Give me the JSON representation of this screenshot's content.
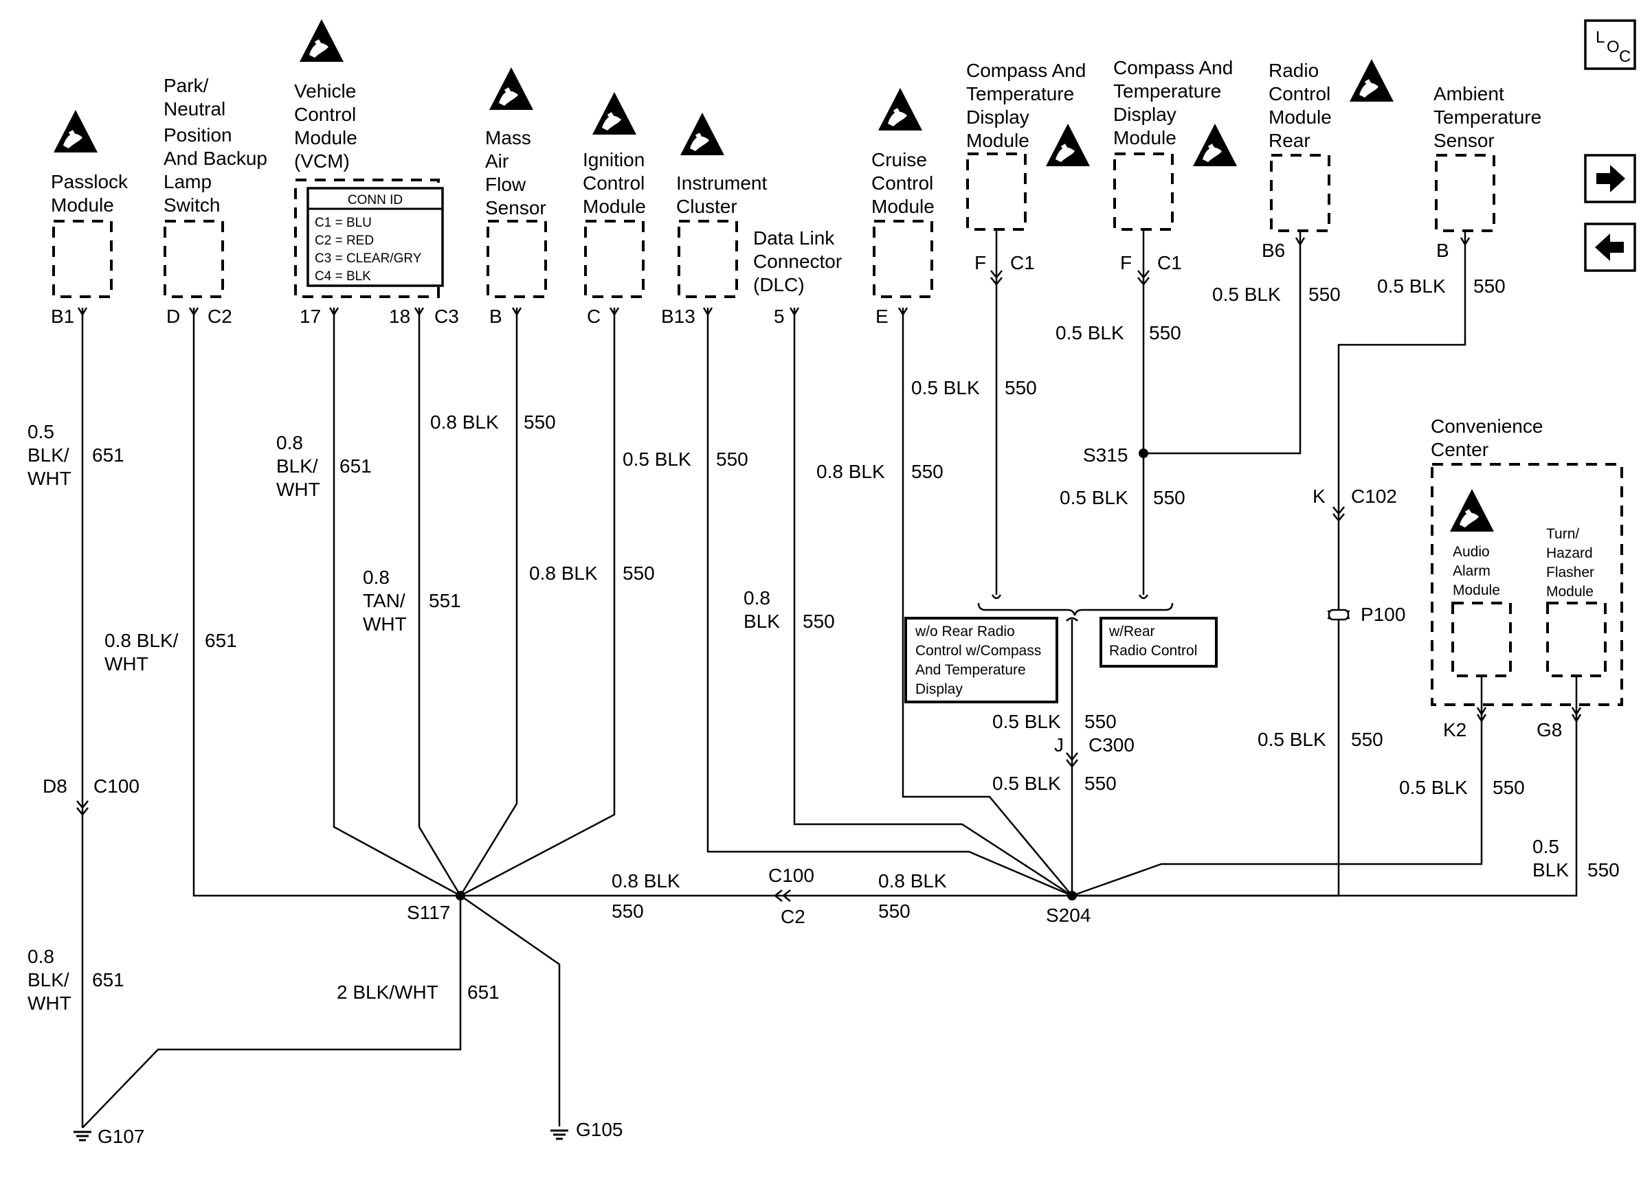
{
  "locator_label": "LOC",
  "nav": {
    "next": "next-page",
    "prev": "previous-page"
  },
  "components": {
    "passlock": "Passlock Module",
    "park_neutral": "Park/ Neutral Position And Backup Lamp Switch",
    "vcm": "Vehicle Control Module (VCM)",
    "maf": "Mass Air Flow Sensor",
    "icm": "Ignition Control Module",
    "ipc": "Instrument Cluster",
    "dlc": "Data Link Connector (DLC)",
    "cruise": "Cruise Control Module",
    "compass1": "Compass And Temperature Display Module",
    "compass2": "Compass And Temperature Display Module",
    "radio": "Radio Control Module Rear",
    "ambient": "Ambient Temperature Sensor",
    "conv_center": "Convenience Center",
    "audio": "Audio Alarm Module",
    "turn": "Turn/ Hazard Flasher Module"
  },
  "conn_id": {
    "title": "CONN ID",
    "c1": "C1 = BLU",
    "c2": "C2 = RED",
    "c3": "C3 = CLEAR/GRY",
    "c4": "C4 = BLK"
  },
  "pins": {
    "passlock": "B1",
    "park_d": "D",
    "park_c2": "C2",
    "vcm_17": "17",
    "vcm_18": "18",
    "vcm_c3": "C3",
    "maf": "B",
    "icm": "C",
    "ipc": "B13",
    "dlc": "5",
    "cruise": "E",
    "comp1_pin": "F",
    "comp1_conn": "C1",
    "comp2_pin": "F",
    "comp2_conn": "C1",
    "radio": "B6",
    "ambient": "B",
    "audio": "K2",
    "turn": "G8"
  },
  "wires": {
    "passlock": {
      "size": "0.5",
      "color": "BLK/ WHT",
      "circuit": "651"
    },
    "passlock_lower": {
      "size": "0.8",
      "color": "BLK/ WHT",
      "circuit": "651"
    },
    "park": {
      "size": "0.8 BLK/",
      "color": "WHT",
      "circuit": "651"
    },
    "vcm17": {
      "size": "0.8",
      "color": "BLK/ WHT",
      "circuit": "651"
    },
    "vcm18": {
      "size": "0.8",
      "color": "TAN/ WHT",
      "circuit": "551"
    },
    "maf": {
      "label": "0.8 BLK",
      "circuit": "550"
    },
    "icm": {
      "label": "0.8 BLK",
      "circuit": "550"
    },
    "ipc": {
      "label": "0.5 BLK",
      "circuit": "550"
    },
    "dlc": {
      "size": "0.8",
      "color": "BLK",
      "circuit": "550"
    },
    "cruise": {
      "label": "0.8 BLK",
      "circuit": "550"
    },
    "comp1": {
      "label": "0.5 BLK",
      "circuit": "550"
    },
    "comp2_upper": {
      "label": "0.5 BLK",
      "circuit": "550"
    },
    "comp2_lower": {
      "label": "0.5 BLK",
      "circuit": "550"
    },
    "radio": {
      "label": "0.5 BLK",
      "circuit": "550"
    },
    "ambient": {
      "label": "0.5 BLK",
      "circuit": "550"
    },
    "c300_upper": {
      "label": "0.5 BLK",
      "circuit": "550"
    },
    "c300_lower": {
      "label": "0.5 BLK",
      "circuit": "550"
    },
    "c102_lower": {
      "label": "0.5 BLK",
      "circuit": "550"
    },
    "audio": {
      "label": "0.5 BLK",
      "circuit": "550"
    },
    "turn": {
      "size": "0.5",
      "color": "BLK",
      "circuit": "550"
    },
    "s117_s204_left": {
      "label": "0.8 BLK",
      "circuit": "550"
    },
    "s117_s204_right": {
      "label": "0.8 BLK",
      "circuit": "550"
    },
    "g105": {
      "label": "2 BLK/WHT",
      "circuit": "651"
    }
  },
  "connectors": {
    "d8": "D8",
    "c100": "C100",
    "c100_mid": "C100",
    "c2_mid": "C2",
    "s315": "S315",
    "k": "K",
    "c102": "C102",
    "p100": "P100",
    "j": "J",
    "c300": "C300"
  },
  "splices": {
    "s117": "S117",
    "s204": "S204"
  },
  "grounds": {
    "g107": "G107",
    "g105": "G105"
  },
  "options": {
    "without_rear": "w/o Rear Radio Control w/Compass And Temperature Display",
    "with_rear": "w/Rear Radio Control"
  }
}
